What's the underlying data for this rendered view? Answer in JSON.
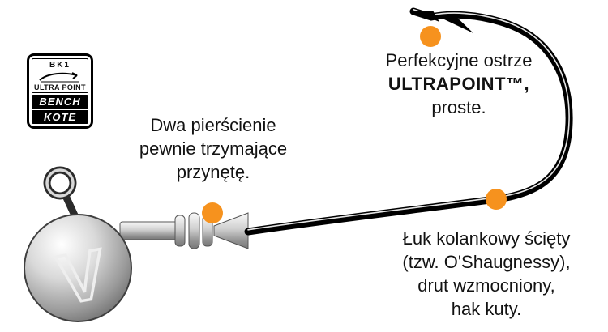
{
  "badge": {
    "model": "BK1",
    "ultra_point": "ULTRA POINT",
    "bench": "BENCH",
    "kote": "KOTE"
  },
  "head": {
    "logo": "V"
  },
  "annotations": {
    "collar": {
      "lines": [
        "Dwa pierścienie",
        "pewnie trzymające",
        "przynętę."
      ]
    },
    "point": {
      "line1": "Perfekcyjne ostrze",
      "brand_bold": "ULTRA",
      "brand_rest": "POINT™,",
      "line3": "proste."
    },
    "bend": {
      "lines": [
        "Łuk kolankowy ścięty",
        "(tzw. O'Shaugnessy),",
        "drut wzmocniony,",
        "hak kuty."
      ]
    }
  },
  "colors": {
    "accent": "#F6921E",
    "wire": "#000000",
    "metal_light": "#fafafa",
    "metal_dark": "#777777"
  }
}
